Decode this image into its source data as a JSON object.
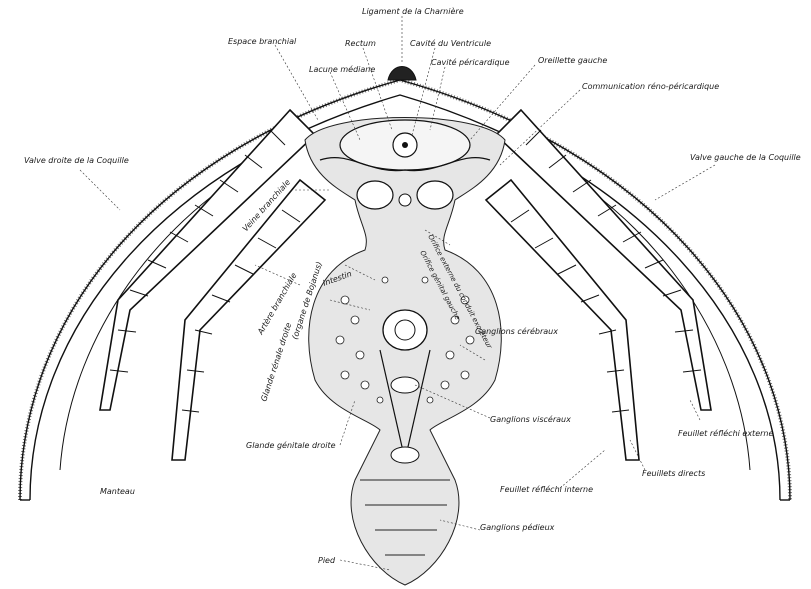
{
  "diagram": {
    "labels": {
      "ligament": "Ligament de la Charnière",
      "espace_branchial": "Espace branchial",
      "rectum": "Rectum",
      "cavite_ventricule": "Cavité du Ventricule",
      "lacune_mediane": "Lacune médiane",
      "cavite_pericardique": "Cavité péricardique",
      "oreillette_gauche": "Oreillette gauche",
      "communication": "Communication réno-péricardique",
      "valve_droite": "Valve droite de la Coquille",
      "valve_gauche": "Valve gauche de la Coquille",
      "veine_branchiale": "Veine branchiale",
      "orifice_externe": "Orifice externe du conduit excréteur",
      "orifice_genital": "Orifice génital gauche",
      "artere_branchiale": "Artère branchiale",
      "intestin": "Intestin",
      "renale_droite": "Glande rénale droite",
      "organe_bojanus": "(organe de Bojanus)",
      "ganglions_cerebraux": "Ganglions cérébraux",
      "ganglions_viscereux": "Ganglions viscéraux",
      "glande_genitale": "Glande génitale droite",
      "feuillet_reflechi_externe": "Feuillet réfléchi externe",
      "feuillet_reflechi_interne": "Feuillet réfléchi interne",
      "feuillets_directs": "Feuillets directs",
      "manteau": "Manteau",
      "ganglions_pedieux": "Ganglions pédieux",
      "pied": "Pied"
    }
  }
}
